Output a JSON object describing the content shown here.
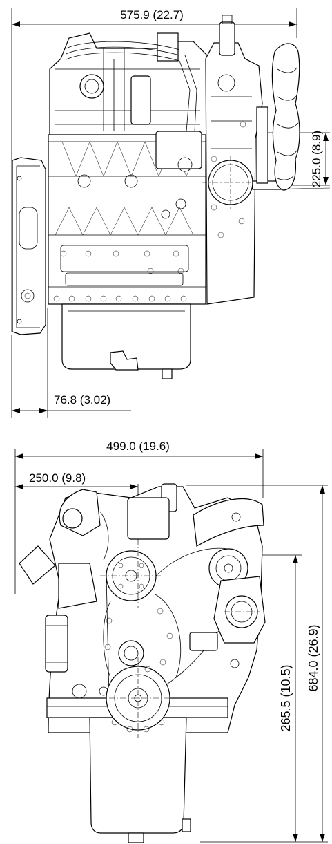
{
  "dimensions": {
    "side_overall_length": "575.9 (22.7)",
    "side_flywheel_offset": "76.8 (3.02)",
    "side_fan_center_height": "225.0 (8.9)",
    "front_overall_width": "499.0 (19.6)",
    "front_center_offset": "250.0 (9.8)",
    "front_overall_height": "684.0 (26.9)",
    "front_crank_height": "265.5 (10.5)"
  }
}
